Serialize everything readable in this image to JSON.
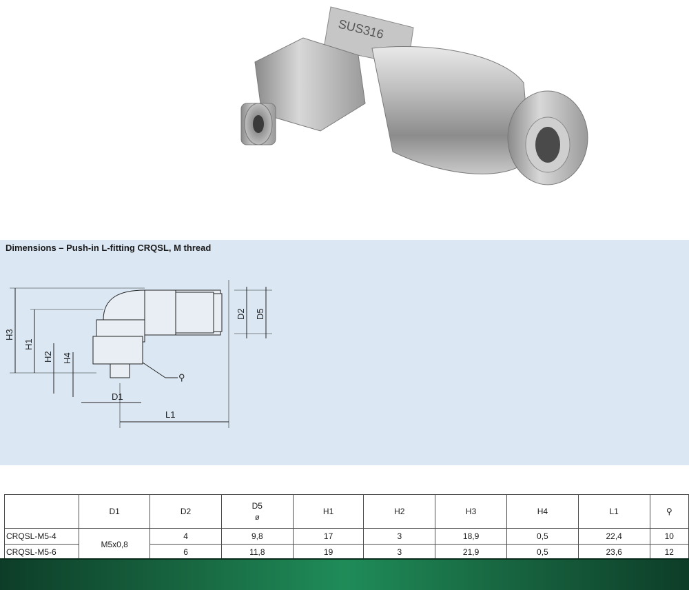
{
  "product": {
    "engraving": "SUS316"
  },
  "dimensions": {
    "title": "Dimensions – Push-in L-fitting CRQSL, M thread",
    "drawing_labels": {
      "h3": "H3",
      "h1": "H1",
      "h2": "H2",
      "h4": "H4",
      "d1": "D1",
      "d2": "D2",
      "d5": "D5",
      "l1": "L1"
    }
  },
  "table": {
    "headers": [
      "",
      "D1",
      "D2",
      "D5",
      "H1",
      "H2",
      "H3",
      "H4",
      "L1",
      ""
    ],
    "d5_sub": "ø",
    "wrench_icon": "wrench-icon",
    "d1_shared": "M5x0,8",
    "rows": [
      {
        "name": "CRQSL-M5-4",
        "d2": "4",
        "d5": "9,8",
        "h1": "17",
        "h2": "3",
        "h3": "18,9",
        "h4": "0,5",
        "l1": "22,4",
        "sw": "10"
      },
      {
        "name": "CRQSL-M5-6",
        "d2": "6",
        "d5": "11,8",
        "h1": "19",
        "h2": "3",
        "h3": "21,9",
        "h4": "0,5",
        "l1": "23,6",
        "sw": "12"
      }
    ]
  }
}
